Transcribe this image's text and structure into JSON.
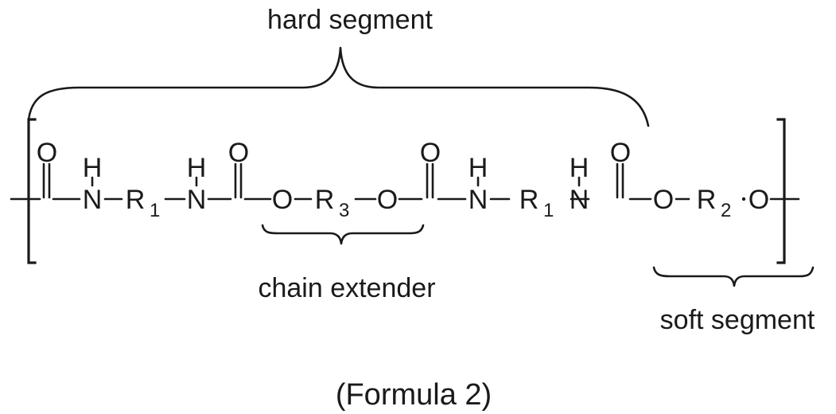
{
  "labels": {
    "hard_segment": "hard segment",
    "chain_extender": "chain extender",
    "soft_segment": "soft segment",
    "formula": "(Formula 2)"
  },
  "atoms": {
    "oxygen": "O",
    "nitrogen": "N",
    "hydrogen": "H",
    "r1": "R",
    "r1_sub": "1",
    "r2": "R",
    "r2_sub": "2",
    "r3": "R",
    "r3_sub": "3"
  }
}
